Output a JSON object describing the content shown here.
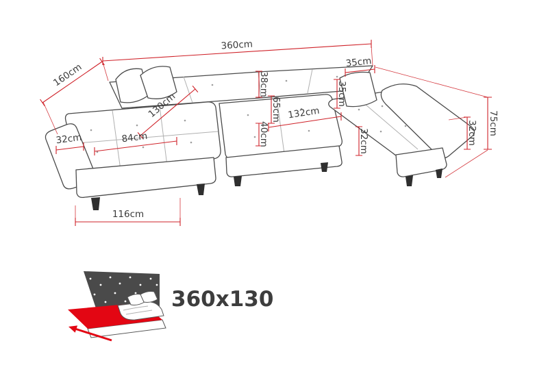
{
  "colors": {
    "background": "#ffffff",
    "dimension_line": "#cf2128",
    "label_text": "#3b3b3b",
    "sofa_outline": "#4a4a4a",
    "seam": "#b0b0b0",
    "icon_dark": "#4a4a4a",
    "accent_red": "#e30613",
    "size_text": "#3d3d3d"
  },
  "dimensions": {
    "total_width": "360cm",
    "total_depth": "160cm",
    "left_chaise_diagonal": "130cm",
    "left_seat_width": "84cm",
    "left_armrest_width": "32cm",
    "backrest_height": "38cm",
    "seat_depth": "65cm",
    "seat_height_front": "40cm",
    "middle_seat_width": "132cm",
    "right_back_width": "35cm",
    "right_pillow_width": "35cm",
    "right_seat_side": "32cm",
    "right_armrest_height": "32cm",
    "total_height": "75cm",
    "left_base_length": "116cm"
  },
  "sleeping_area": {
    "size_label": "360x130"
  },
  "icons": {
    "sleeping_function": "sofa-bed-icon"
  }
}
